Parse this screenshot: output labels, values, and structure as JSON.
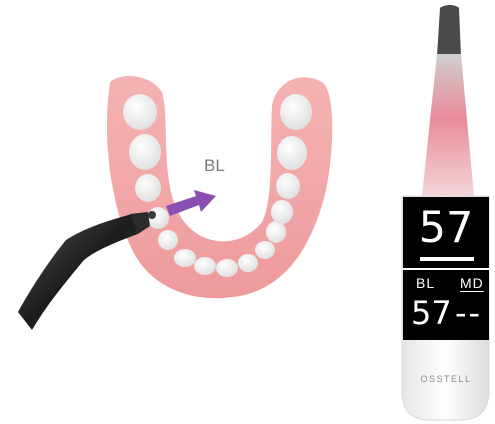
{
  "scene": {
    "direction_label": "BL"
  },
  "device": {
    "brand": "OSSTELL",
    "isq_main": "57",
    "directions": [
      {
        "label": "BL",
        "value": "57"
      },
      {
        "label": "MD",
        "value": "--"
      }
    ]
  },
  "colors": {
    "gum": "#f3a5a6",
    "tooth": "#f7f7f7",
    "arrow": "#8a4fb0",
    "probe": "#2a2a2a",
    "panel": "#000000",
    "handle_tip": "#e58a98"
  },
  "icons": [
    "dental-arch-illustration",
    "probe-instrument",
    "direction-arrow",
    "osstell-handset"
  ]
}
